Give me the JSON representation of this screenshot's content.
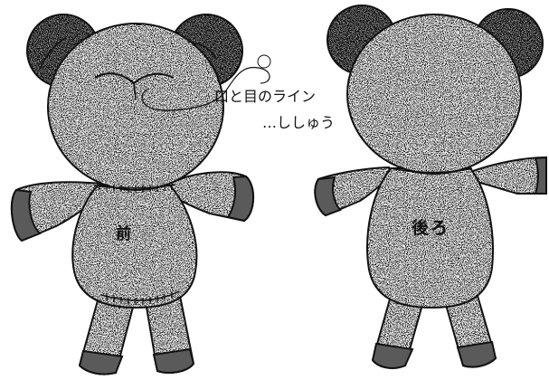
{
  "labels": {
    "front": "前",
    "back": "後ろ",
    "annotation_line1": "口と目のライン",
    "annotation_line2": "…ししゅう"
  },
  "colors": {
    "outline": "#111111",
    "fabric_light": "#e6e6e6",
    "fabric_dark": "#9a9a9a",
    "paw_pad": "#5a5a5a"
  }
}
